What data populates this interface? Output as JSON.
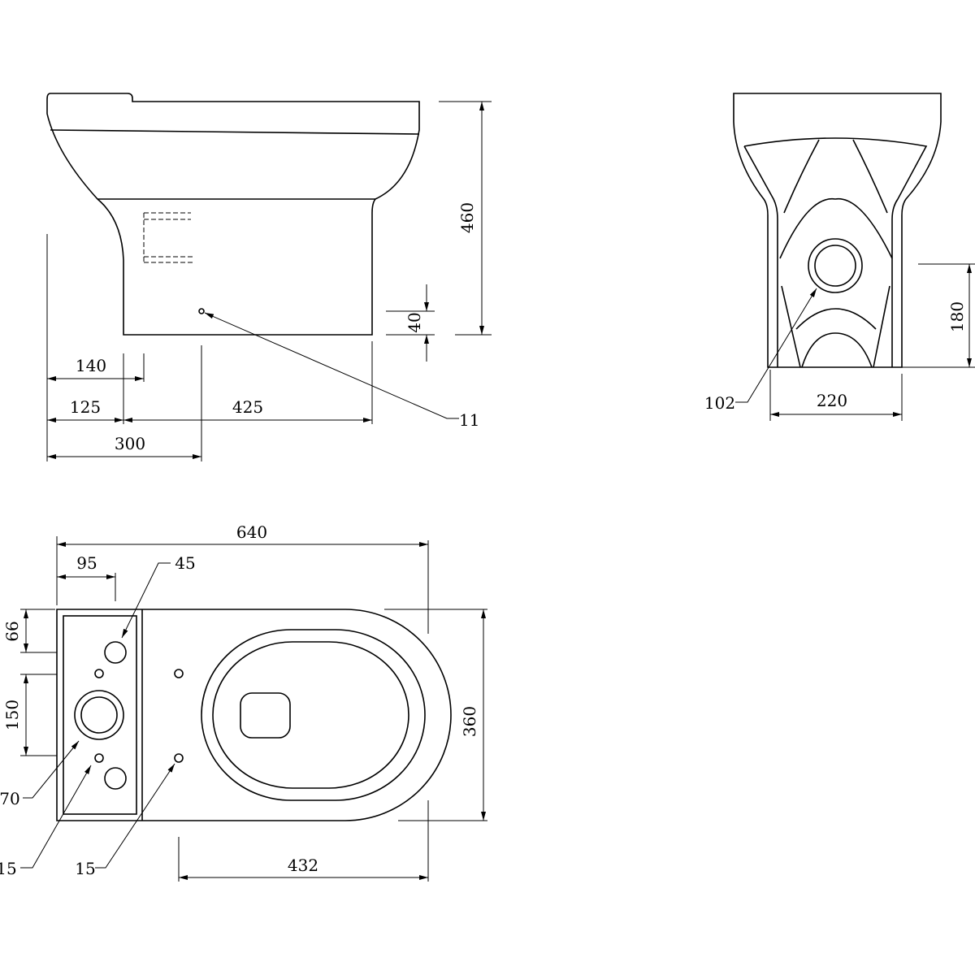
{
  "side_view": {
    "height_total": "460",
    "inlet_height": "40",
    "dim_140": "140",
    "dim_125": "125",
    "dim_425": "425",
    "dim_300": "300",
    "fixing_hole": "11"
  },
  "front_view": {
    "outlet_height": "180",
    "outlet_diameter": "102",
    "width": "220"
  },
  "top_view": {
    "length": "640",
    "dim_95": "95",
    "hole_45": "45",
    "dim_66": "66",
    "dim_150": "150",
    "hole_70": "70",
    "width": "360",
    "hole_15_tank": "15",
    "hole_15_pan": "15",
    "dim_432": "432"
  }
}
